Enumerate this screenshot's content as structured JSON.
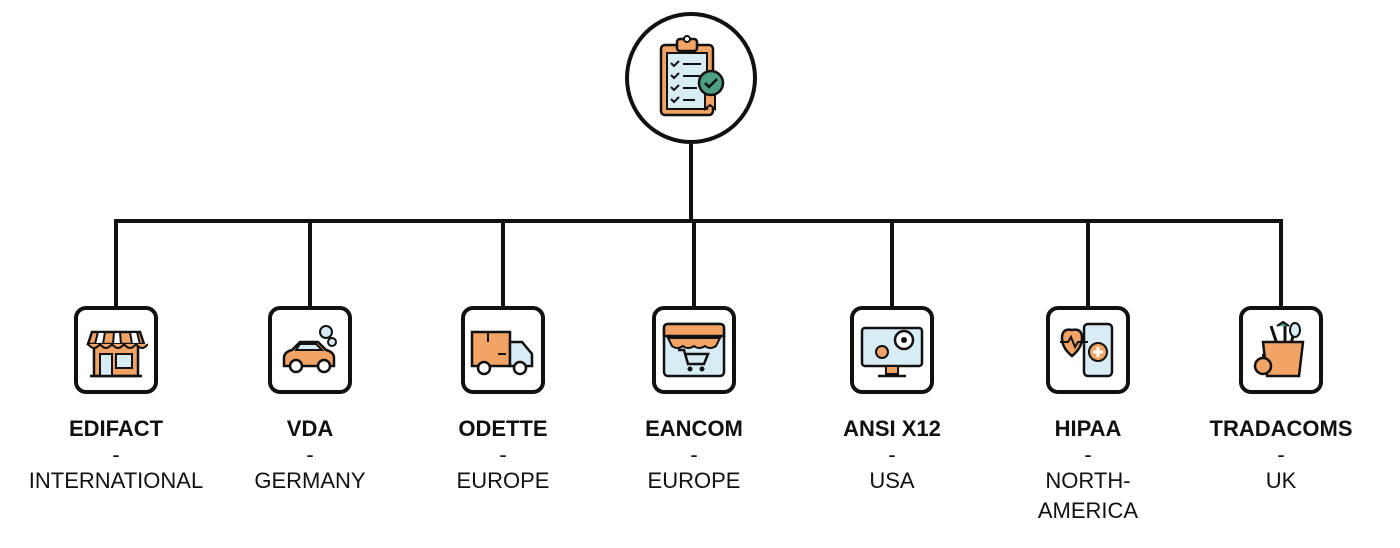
{
  "root": {
    "icon": "clipboard-checklist-icon"
  },
  "standards": [
    {
      "name": "EDIFACT",
      "separator": "-",
      "region": "INTERNATIONAL",
      "icon": "storefront-icon"
    },
    {
      "name": "VDA",
      "separator": "-",
      "region": "GERMANY",
      "icon": "car-icon"
    },
    {
      "name": "ODETTE",
      "separator": "-",
      "region": "EUROPE",
      "icon": "delivery-truck-icon"
    },
    {
      "name": "EANCOM",
      "separator": "-",
      "region": "EUROPE",
      "icon": "online-shop-cart-icon"
    },
    {
      "name": "ANSI X12",
      "separator": "-",
      "region": "USA",
      "icon": "monitor-gears-icon"
    },
    {
      "name": "HIPAA",
      "separator": "-",
      "region": "NORTH-AMERICA",
      "icon": "health-phone-icon"
    },
    {
      "name": "TRADACOMS",
      "separator": "-",
      "region": "UK",
      "icon": "grocery-bag-icon"
    }
  ],
  "colors": {
    "line": "#111111",
    "orange": "#f2a466",
    "light_blue": "#d8ecf5",
    "green": "#4e9e83"
  }
}
